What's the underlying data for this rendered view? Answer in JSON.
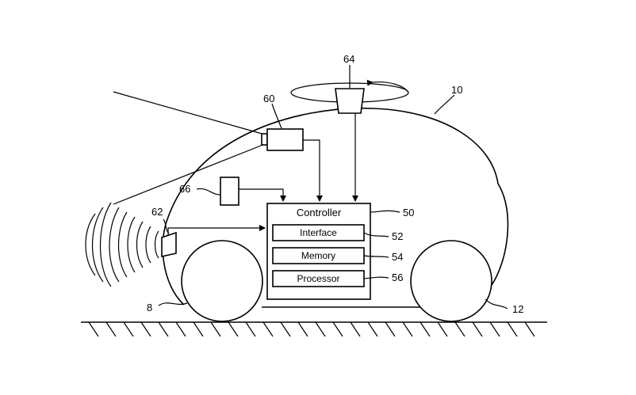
{
  "labels": {
    "vehicle": "10",
    "wheel_left": "8",
    "wheel_right": "12",
    "controller": "50",
    "interface": "52",
    "memory": "54",
    "processor": "56",
    "camera": "60",
    "front_sensor": "62",
    "lidar": "64",
    "sensor_66": "66"
  },
  "blocks": {
    "controller_title": "Controller",
    "interface": "Interface",
    "memory": "Memory",
    "processor": "Processor"
  }
}
